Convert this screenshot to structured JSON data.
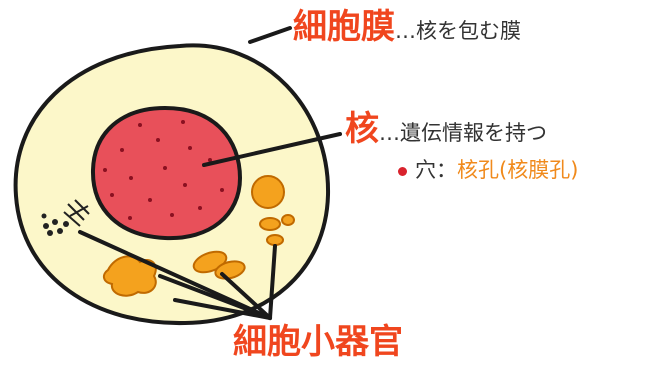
{
  "membrane": {
    "title": "細胞膜",
    "desc": "…核を包む膜"
  },
  "nucleus": {
    "title": "核",
    "desc": "…遺伝情報を持つ"
  },
  "pore": {
    "prefix": "穴：",
    "term": "核孔(核膜孔)"
  },
  "organelles": {
    "title": "細胞小器官"
  },
  "colors": {
    "cytoplasm": "#fcf7c9",
    "nucleus": "#e8505a",
    "organelle": "#f4a21e",
    "label_red": "#f0461e",
    "label_orange": "#f08a1c"
  }
}
